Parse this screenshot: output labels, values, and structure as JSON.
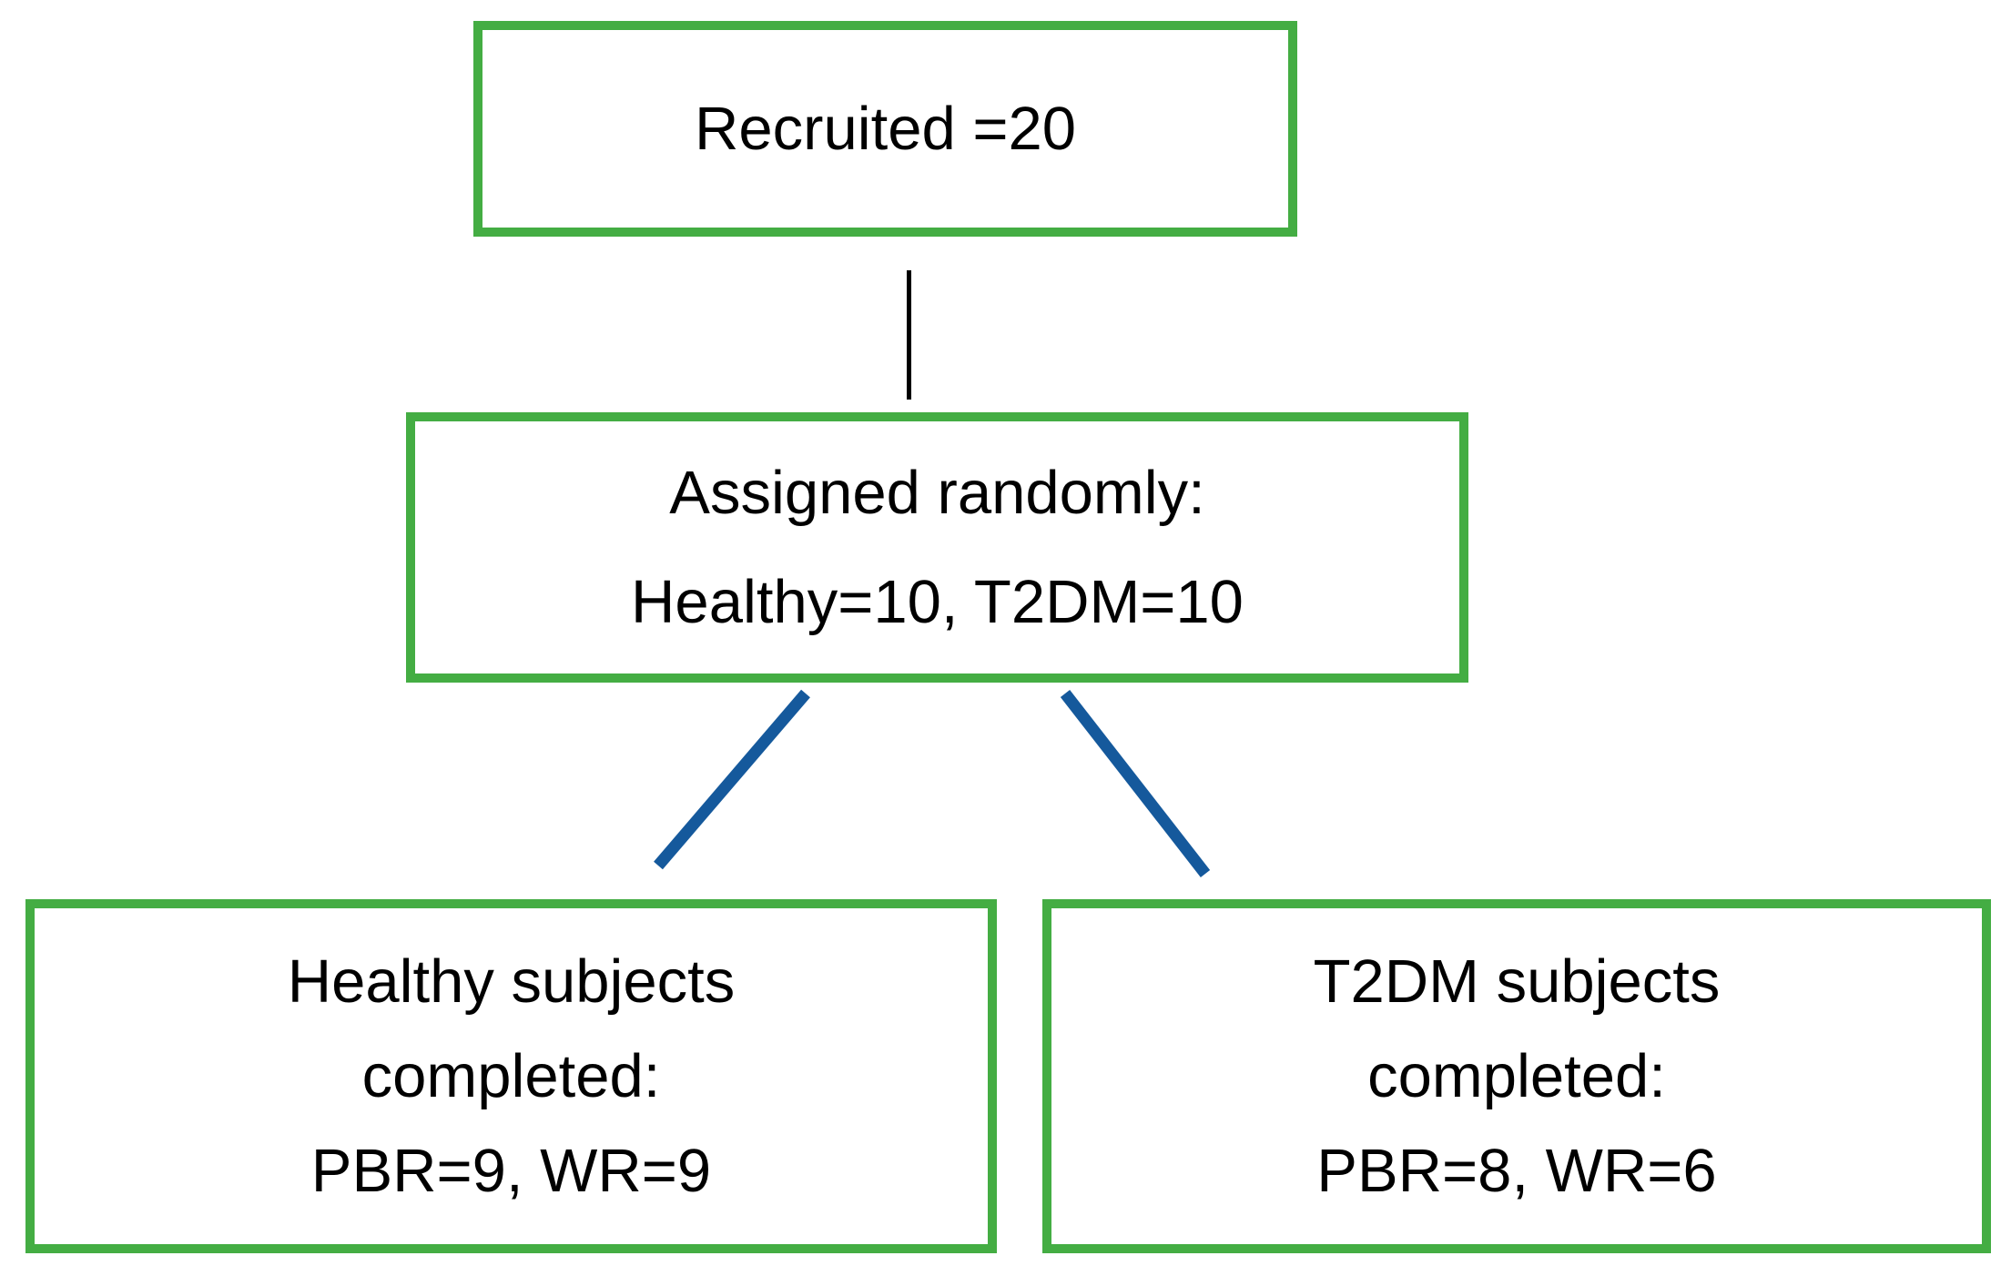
{
  "diagram": {
    "type": "flowchart",
    "colors": {
      "box_border": "#44ad43",
      "edge_blue": "#15599c",
      "connector_black": "#000000",
      "text": "#000000",
      "background": "#ffffff"
    },
    "nodes": {
      "recruited": {
        "id": "recruited",
        "lines": [
          "Recruited =20"
        ]
      },
      "assigned": {
        "id": "assigned",
        "lines": [
          "Assigned randomly:",
          "Healthy=10, T2DM=10"
        ]
      },
      "healthy_completed": {
        "id": "healthy_completed",
        "lines": [
          "Healthy subjects",
          "completed:",
          "PBR=9, WR=9"
        ]
      },
      "t2dm_completed": {
        "id": "t2dm_completed",
        "lines": [
          "T2DM subjects",
          "completed:",
          "PBR=8, WR=6"
        ]
      }
    },
    "edges": [
      {
        "from": "recruited",
        "to": "assigned",
        "style": "black-vertical-line"
      },
      {
        "from": "assigned",
        "to": "healthy_completed",
        "style": "blue-diagonal-line"
      },
      {
        "from": "assigned",
        "to": "t2dm_completed",
        "style": "blue-diagonal-line"
      }
    ],
    "values": {
      "recruited": 20,
      "assigned_healthy": 10,
      "assigned_t2dm": 10,
      "healthy_pbr": 9,
      "healthy_wr": 9,
      "t2dm_pbr": 8,
      "t2dm_wr": 6
    }
  }
}
